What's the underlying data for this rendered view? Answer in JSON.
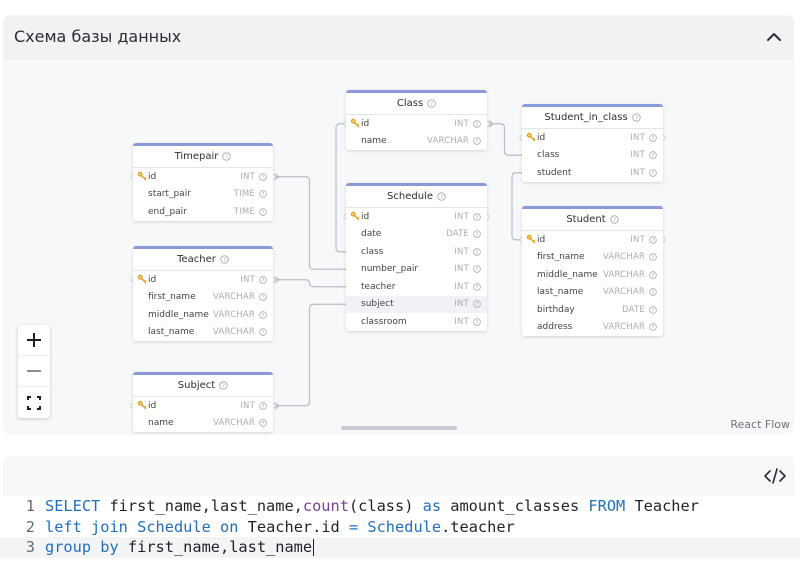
{
  "panel": {
    "title": "Схема базы данных"
  },
  "tables": [
    {
      "name": "Class",
      "fields": [
        {
          "name": "id",
          "type": "INT",
          "pk": true
        },
        {
          "name": "name",
          "type": "VARCHAR"
        }
      ]
    },
    {
      "name": "Student_in_class",
      "fields": [
        {
          "name": "id",
          "type": "INT",
          "pk": true
        },
        {
          "name": "class",
          "type": "INT"
        },
        {
          "name": "student",
          "type": "INT"
        }
      ]
    },
    {
      "name": "Timepair",
      "fields": [
        {
          "name": "id",
          "type": "INT",
          "pk": true
        },
        {
          "name": "start_pair",
          "type": "TIME"
        },
        {
          "name": "end_pair",
          "type": "TIME"
        }
      ]
    },
    {
      "name": "Schedule",
      "fields": [
        {
          "name": "id",
          "type": "INT",
          "pk": true
        },
        {
          "name": "date",
          "type": "DATE"
        },
        {
          "name": "class",
          "type": "INT"
        },
        {
          "name": "number_pair",
          "type": "INT"
        },
        {
          "name": "teacher",
          "type": "INT"
        },
        {
          "name": "subject",
          "type": "INT"
        },
        {
          "name": "classroom",
          "type": "INT"
        }
      ]
    },
    {
      "name": "Student",
      "fields": [
        {
          "name": "id",
          "type": "INT",
          "pk": true
        },
        {
          "name": "first_name",
          "type": "VARCHAR"
        },
        {
          "name": "middle_name",
          "type": "VARCHAR"
        },
        {
          "name": "last_name",
          "type": "VARCHAR"
        },
        {
          "name": "birthday",
          "type": "DATE"
        },
        {
          "name": "address",
          "type": "VARCHAR"
        }
      ]
    },
    {
      "name": "Teacher",
      "fields": [
        {
          "name": "id",
          "type": "INT",
          "pk": true
        },
        {
          "name": "first_name",
          "type": "VARCHAR"
        },
        {
          "name": "middle_name",
          "type": "VARCHAR"
        },
        {
          "name": "last_name",
          "type": "VARCHAR"
        }
      ]
    },
    {
      "name": "Subject",
      "fields": [
        {
          "name": "id",
          "type": "INT",
          "pk": true
        },
        {
          "name": "name",
          "type": "VARCHAR"
        }
      ]
    }
  ],
  "controls": {
    "zoom_in": "+",
    "zoom_out": "−"
  },
  "attribution": "React Flow",
  "editor": {
    "lines": [
      {
        "num": "1",
        "tokens": [
          {
            "t": "SELECT",
            "c": "kw"
          },
          {
            "t": " first_name,last_name,"
          },
          {
            "t": "count",
            "c": "fn"
          },
          {
            "t": "(class) "
          },
          {
            "t": "as",
            "c": "kw"
          },
          {
            "t": " amount_classes "
          },
          {
            "t": "FROM",
            "c": "kw"
          },
          {
            "t": " Teacher"
          }
        ]
      },
      {
        "num": "2",
        "tokens": [
          {
            "t": "left join",
            "c": "kw"
          },
          {
            "t": " "
          },
          {
            "t": "Schedule",
            "c": "kw"
          },
          {
            "t": " "
          },
          {
            "t": "on",
            "c": "kw"
          },
          {
            "t": " Teacher.id "
          },
          {
            "t": "=",
            "c": "op"
          },
          {
            "t": " "
          },
          {
            "t": "Schedule",
            "c": "kw"
          },
          {
            "t": ".teacher"
          }
        ]
      },
      {
        "num": "3",
        "tokens": [
          {
            "t": "group by",
            "c": "kw"
          },
          {
            "t": " first_name,last_name"
          }
        ]
      }
    ]
  },
  "colors": {
    "table_accent": "#8a9ad8",
    "edge": "#b8bcc4",
    "keyword": "#1f6fbf",
    "function": "#7a3e9d"
  }
}
